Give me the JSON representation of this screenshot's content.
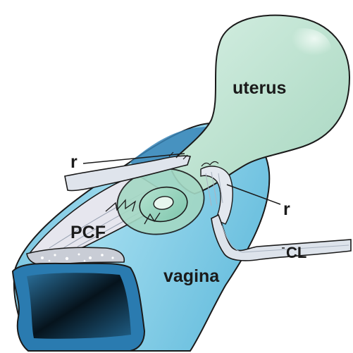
{
  "labels": {
    "uterus": "uterus",
    "r_left": "r",
    "r_right": "r",
    "pcf": "PCF",
    "cl": "CL",
    "vagina": "vagina"
  },
  "colors": {
    "uterus_fill": "#bfe3d2",
    "vagina_fill": "#8fd0e6",
    "vagina_dark": "#2f7fae",
    "lumen": "#0b1e2a",
    "ligament": "#dfe6ee",
    "fascia": "#e4e4ea",
    "outline": "#1a1a1a"
  }
}
